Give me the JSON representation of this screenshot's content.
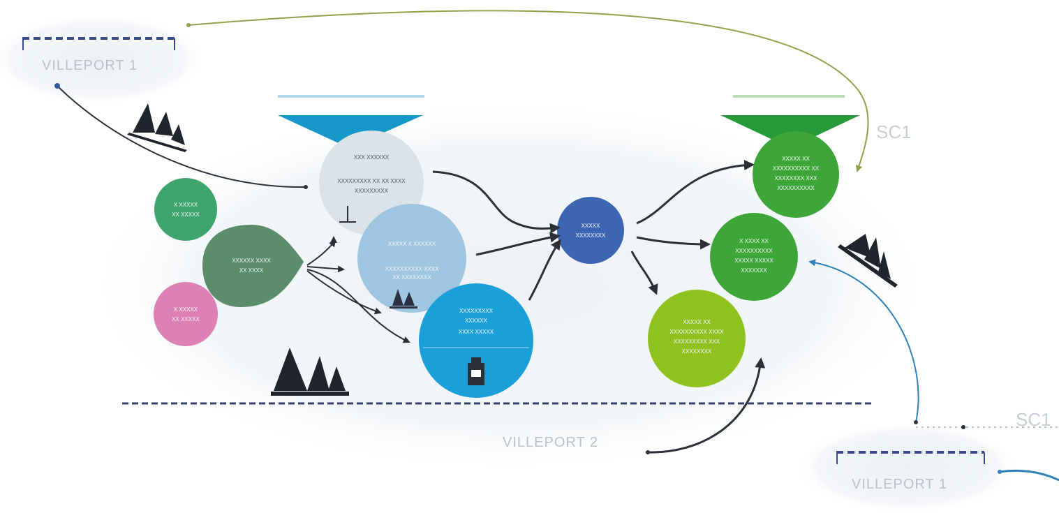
{
  "ports": {
    "top_left": "VILLEPORT 1",
    "center": "VILLEPORT 2",
    "bottom_right": "VILLEPORT 1"
  },
  "codes": {
    "top_right": "SC1",
    "bottom_right": "SC1"
  },
  "nodes": {
    "top_hub_line1": "XXX XXXXXX",
    "top_hub_line2": "XXXXXXXXX XX XX XXXX",
    "top_hub_line3": "XXXXXXXXX",
    "mid_blue_line1": "XXXXX X XXXXXX",
    "mid_blue_line2": "XXXXXXXXXX XXXX",
    "mid_blue_line3": "XX XXXXXXXX",
    "big_blue_line1": "XXXXXXXXX",
    "big_blue_line2": "XXXXXX",
    "big_blue_line3": "XXXX XXXXX",
    "center_line1": "XXXXX",
    "center_line2": "XXXXXXXX",
    "green_top_lines": [
      "XXXXX XX",
      "XXXXXXXXXX XX",
      "XXXXXXXX XXX",
      "XXXXXXXXXX"
    ],
    "green_mid_lines": [
      "X XXXX XX",
      "XXXXXXXXXX",
      "XXXXX XXXXX",
      "XXXXXXX"
    ],
    "lime_lines": [
      "XXXXX XX",
      "XXXXXXXXXX XXXX",
      "XXXXXXXXX XXX",
      "XXXXXXXX"
    ],
    "teal_small_line1": "X XXXXX",
    "teal_small_line2": "XX XXXXX",
    "teal_mid_line1": "XXXXXX XXXX",
    "teal_mid_line2": "XX XXXX",
    "pink_line1": "X XXXXX",
    "pink_line2": "XX XXXXX"
  },
  "colors": {
    "blue_triangle": "#1597c9",
    "green_triangle": "#279a3a",
    "hub_gray": "#dbe2e8",
    "light_blue": "#9ec6e0",
    "big_blue": "#1a9fd8",
    "center_navy": "#3c66b2",
    "green": "#3ea638",
    "lime": "#8fc21f",
    "teal": "#3fa46b",
    "teal_dark": "#5b8c6b",
    "pink": "#dd80b3",
    "arrow_dark": "#2a2f38",
    "arrow_green": "#8ca34a",
    "arrow_blue": "#2f7fb8"
  }
}
